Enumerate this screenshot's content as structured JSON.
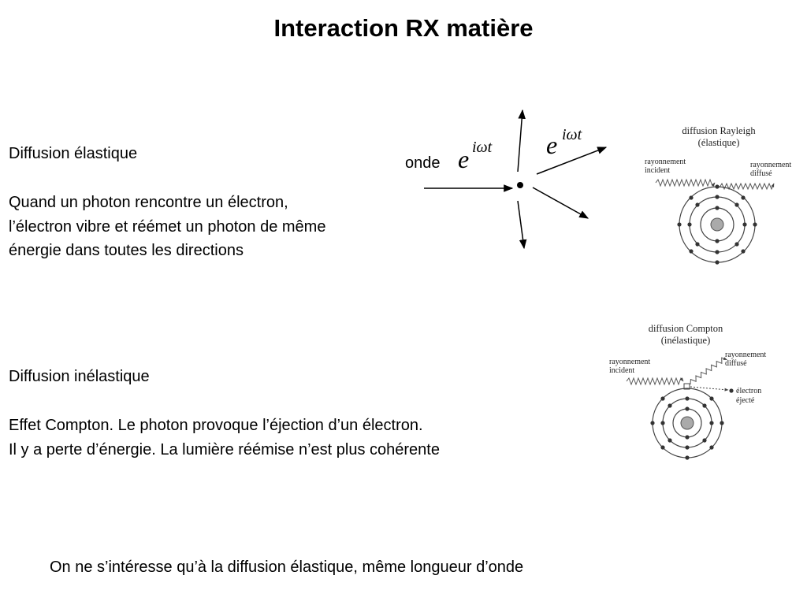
{
  "title": "Interaction RX matière",
  "elastic": {
    "heading": "Diffusion élastique",
    "lines": [
      "Quand un photon rencontre un électron,",
      "l’électron vibre et réémet un photon de même",
      "énergie dans toutes les directions"
    ]
  },
  "inelastic": {
    "heading": "Diffusion inélastique",
    "lines": [
      "Effet Compton. Le photon provoque l’éjection d’un électron.",
      "Il y a perte d’énergie. La lumière réémise n’est plus cohérente"
    ]
  },
  "footer": "On ne s’intéresse qu’à la diffusion élastique, même longueur d’onde",
  "scatter_diagram": {
    "onde_label": "onde",
    "exp_base": "e",
    "exp_power": "iωt"
  },
  "rayleigh_figure": {
    "title_line1": "diffusion Rayleigh",
    "title_line2": "(élastique)",
    "incident_line1": "rayonnement",
    "incident_line2": "incident",
    "diffuse_line1": "rayonnement",
    "diffuse_line2": "diffusé"
  },
  "compton_figure": {
    "title_line1": "diffusion Compton",
    "title_line2": "(inélastique)",
    "incident_line1": "rayonnement",
    "incident_line2": "incident",
    "diffuse_line1": "rayonnement",
    "diffuse_line2": "diffusé",
    "electron_line1": "électron",
    "electron_line2": "éjecté"
  }
}
